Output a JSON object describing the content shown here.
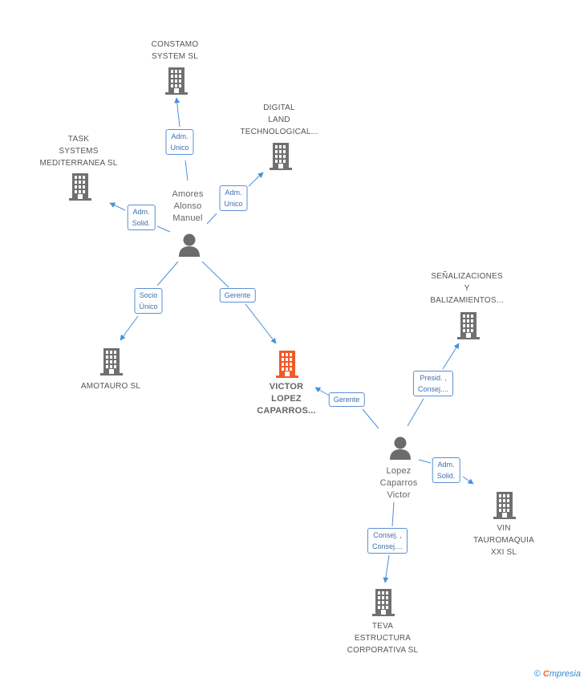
{
  "companies": {
    "constamo": {
      "lines": [
        "CONSTAMO",
        "SYSTEM  SL"
      ]
    },
    "digital": {
      "lines": [
        "DIGITAL",
        "LAND",
        "TECHNOLOGICAL..."
      ]
    },
    "task": {
      "lines": [
        "TASK",
        "SYSTEMS",
        "MEDITERRANEA SL"
      ]
    },
    "amotauro": {
      "lines": [
        "AMOTAURO  SL"
      ]
    },
    "victor_lopez": {
      "lines": [
        "VICTOR",
        "LOPEZ",
        "CAPARROS..."
      ],
      "highlight": true
    },
    "senalizaciones": {
      "lines": [
        "SEÑALIZACIONES",
        "Y",
        "BALIZAMIENTOS..."
      ]
    },
    "vin": {
      "lines": [
        "VIN",
        "TAUROMAQUIA",
        "XXI SL"
      ]
    },
    "teva": {
      "lines": [
        "TEVA",
        "ESTRUCTURA",
        "CORPORATIVA SL"
      ]
    }
  },
  "persons": {
    "amores": {
      "lines": [
        "Amores",
        "Alonso",
        "Manuel"
      ]
    },
    "lopez": {
      "lines": [
        "Lopez",
        "Caparros",
        "Victor"
      ]
    }
  },
  "relations": {
    "amores_constamo": [
      "Adm.",
      "Unico"
    ],
    "amores_digital": [
      "Adm.",
      "Unico"
    ],
    "amores_task": [
      "Adm.",
      "Solid."
    ],
    "amores_amotauro": [
      "Socio",
      "Único"
    ],
    "amores_victor": [
      "Gerente"
    ],
    "lopez_victor": [
      "Gerente"
    ],
    "lopez_senalizaciones": [
      "Presid. ,",
      "Consej...."
    ],
    "lopez_vin": [
      "Adm.",
      "Solid."
    ],
    "lopez_teva": [
      "Consej. ,",
      "Consej...."
    ]
  },
  "footer": {
    "copyright": "©",
    "brand_first": "C",
    "brand_rest": "mpresia"
  },
  "colors": {
    "edge": "#4a90d9",
    "building": "#707070",
    "highlight": "#f05a28",
    "person": "#6b6b6b"
  },
  "icons": {
    "company": "building-icon",
    "person": "person-icon"
  }
}
